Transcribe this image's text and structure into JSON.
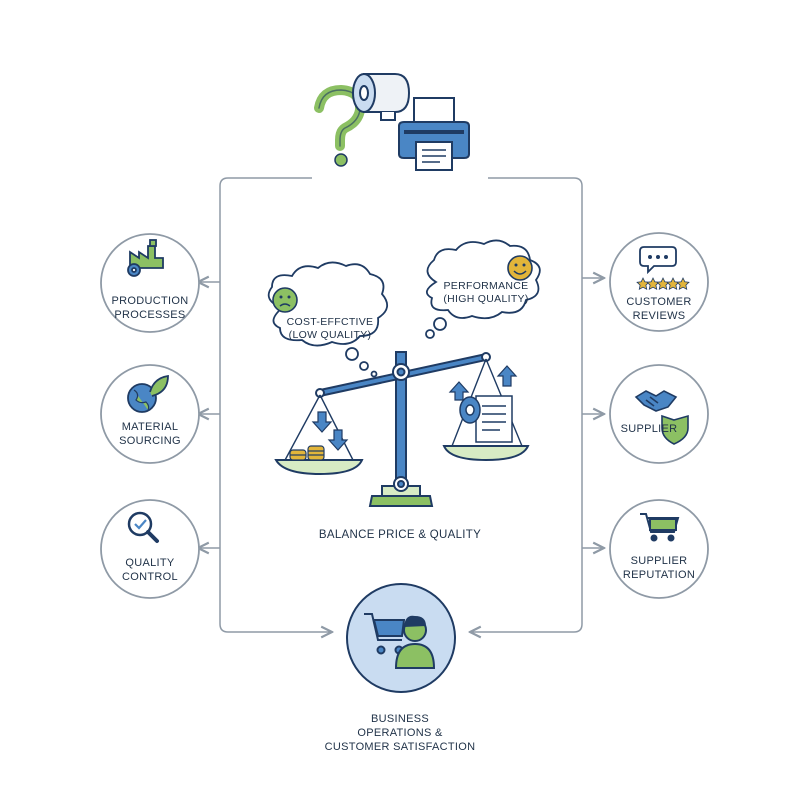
{
  "diagram": {
    "top_node": {
      "icons": [
        "question-mark-icon",
        "toilet-paper-roll-icon",
        "printer-icon"
      ]
    },
    "left_nodes": [
      {
        "label": "PRODUCTION\nPROCESSES",
        "icon": "factory-gear-icon"
      },
      {
        "label": "MATERIAL\nSOURCING",
        "icon": "globe-leaf-icon"
      },
      {
        "label": "QUALITY\nCONTROL",
        "icon": "magnifier-check-icon"
      }
    ],
    "right_nodes": [
      {
        "label": "CUSTOMER\nREVIEWS",
        "icon": "chat-stars-icon"
      },
      {
        "label": "SUPPLIER",
        "icon": "handshake-shield-icon"
      },
      {
        "label": "SUPPLIER\nREPUTATION",
        "icon": "shopping-cart-icon"
      }
    ],
    "clouds": {
      "left": {
        "text": "COST-EFFCTIVE\n(LOW QUALITY)",
        "emoji": "sad-face-icon"
      },
      "right": {
        "text": "PERFORMANCE\n(HIGH QUALITY)",
        "emoji": "happy-face-icon"
      }
    },
    "center_label": "BALANCE PRICE & QUALITY",
    "bottom_node": {
      "label": "BUSINESS\nOPERATIONS &\nCUSTOMER SATISFACTION",
      "icon": "customer-cart-icon"
    },
    "colors": {
      "navy": "#1f3b63",
      "blue": "#4a86c5",
      "light_blue": "#c9dcf1",
      "green": "#8cc063",
      "light_green": "#d7ebc4",
      "gold": "#e2b53a",
      "line": "#8f9aa6"
    }
  }
}
